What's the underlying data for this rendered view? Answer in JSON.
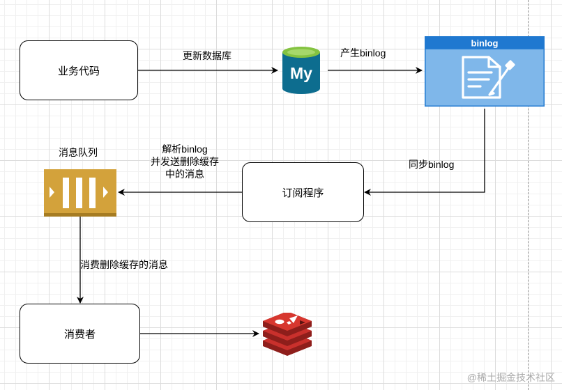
{
  "nodes": {
    "business": "业务代码",
    "subscriber": "订阅程序",
    "consumer": "消费者",
    "queue_title": "消息队列",
    "binlog_title": "binlog",
    "mysql_logo_text": "My"
  },
  "edges": {
    "update_db": "更新数据库",
    "produce_binlog": "产生binlog",
    "sync_binlog": "同步binlog",
    "parse_line1": "解析binlog",
    "parse_line2": "并发送删除缓存",
    "parse_line3": "中的消息",
    "consume_msg": "消费删除缓存的消息"
  },
  "watermark": "@稀土掘金技术社区",
  "colors": {
    "mysql_blue": "#0d6d8f",
    "mysql_green": "#84c341",
    "binlog_fill": "#7fb7ea",
    "binlog_border": "#1f78d0",
    "queue_gold": "#d3a23b",
    "redis_red": "#c9302c"
  }
}
